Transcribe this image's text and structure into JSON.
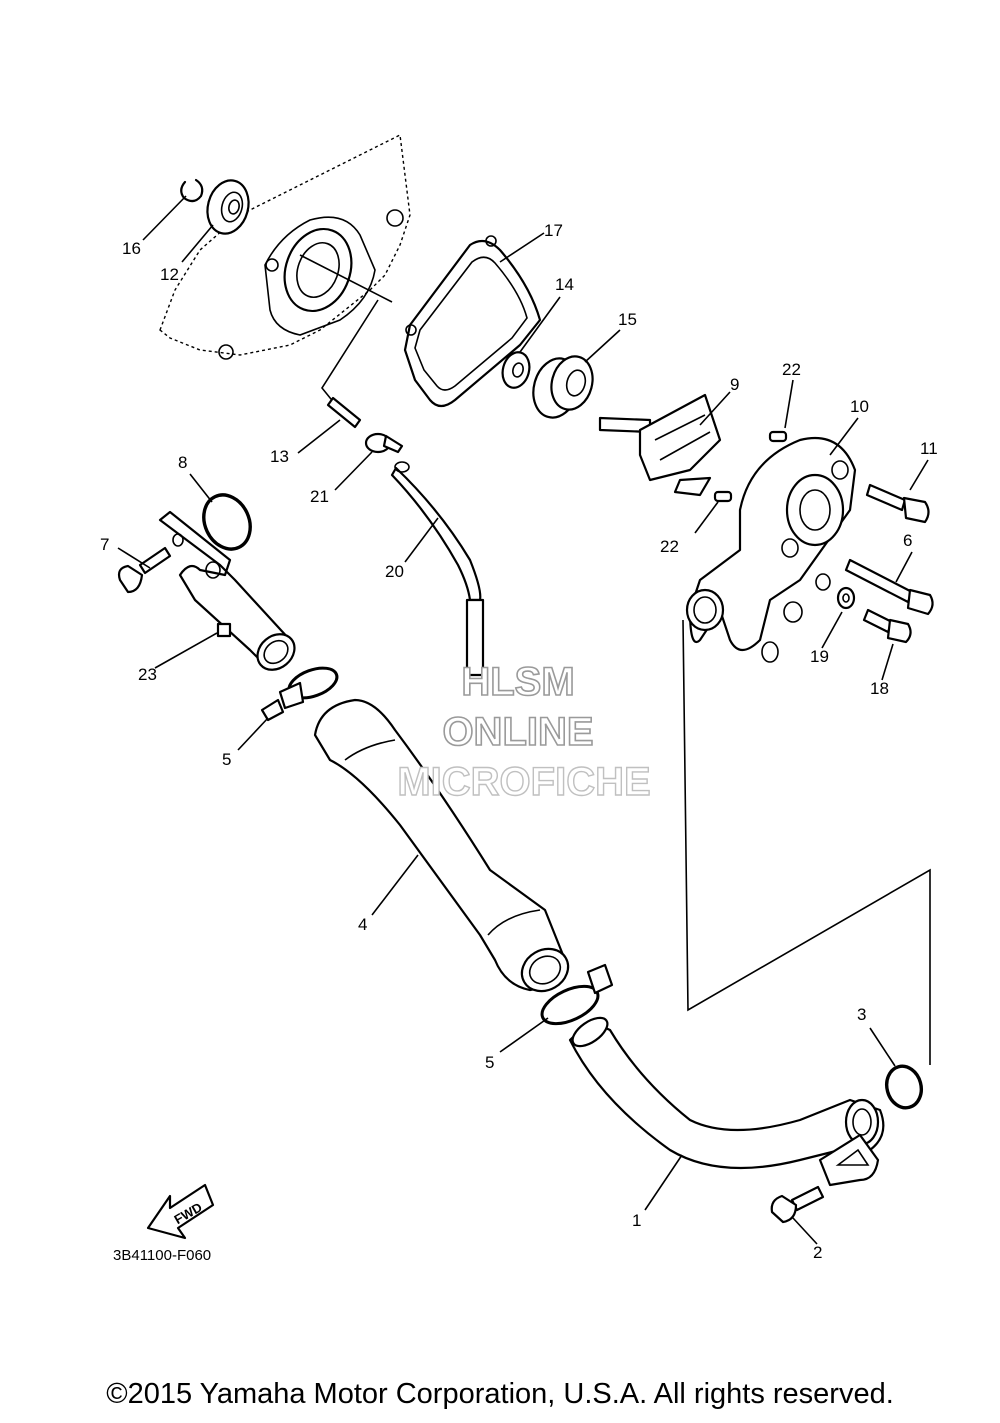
{
  "figure": {
    "code": "3B41100-F060",
    "copyright": "©2015 Yamaha Motor Corporation, U.S.A. All rights reserved.",
    "fwd_label": "FWD"
  },
  "watermark": {
    "line1": "HLSM",
    "line2": "ONLINE",
    "line3": "MICROFICHE",
    "color": "#9a9a9a"
  },
  "callouts": [
    "16",
    "12",
    "17",
    "14",
    "15",
    "9",
    "22",
    "10",
    "11",
    "13",
    "21",
    "8",
    "7",
    "20",
    "22",
    "23",
    "6",
    "19",
    "18",
    "5",
    "4",
    "5",
    "3",
    "1",
    "2"
  ]
}
